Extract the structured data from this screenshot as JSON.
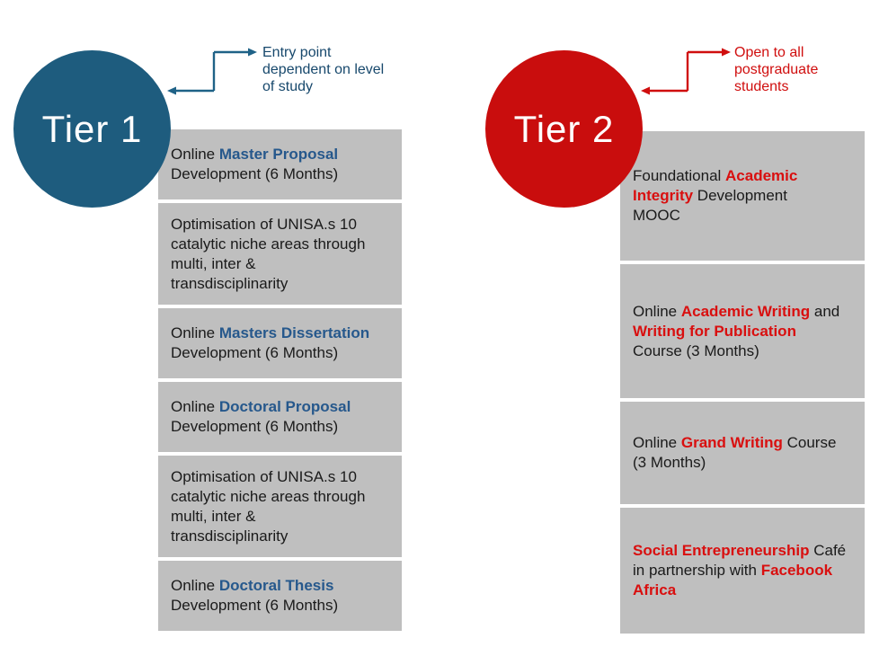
{
  "colors": {
    "page_bg": "#FFFFFF",
    "box_bg": "#BFBFBF",
    "box_text": "#1A1A1A",
    "tier1_circle": "#1E5C7E",
    "tier1_arrow": "#1F6287",
    "tier1_annotation": "#17486C",
    "tier1_highlight": "#26588C",
    "tier2_circle": "#C90D0D",
    "tier2_arrow": "#D00E0E",
    "tier2_annotation": "#D00E0E",
    "tier2_highlight": "#D90F0F"
  },
  "tiers": [
    {
      "id": "tier1",
      "label": "Tier 1",
      "annotation_lines": [
        "Entry point",
        "dependent on level",
        "of study"
      ],
      "boxes": [
        {
          "lines": [
            [
              {
                "t": "Online ",
                "b": false
              },
              {
                "t": "Master Proposal",
                "b": true
              }
            ],
            [
              {
                "t": "Development (6 Months)",
                "b": false
              }
            ]
          ]
        },
        {
          "lines": [
            [
              {
                "t": "Optimisation of UNISA.s 10",
                "b": false
              }
            ],
            [
              {
                "t": "catalytic niche areas through",
                "b": false
              }
            ],
            [
              {
                "t": "multi, inter &",
                "b": false
              }
            ],
            [
              {
                "t": "transdisciplinarity",
                "b": false
              }
            ]
          ]
        },
        {
          "lines": [
            [
              {
                "t": "Online ",
                "b": false
              },
              {
                "t": "Masters Dissertation",
                "b": true
              }
            ],
            [
              {
                "t": "Development (6 Months)",
                "b": false
              }
            ]
          ]
        },
        {
          "lines": [
            [
              {
                "t": "Online ",
                "b": false
              },
              {
                "t": "Doctoral Proposal",
                "b": true
              }
            ],
            [
              {
                "t": "Development (6 Months)",
                "b": false
              }
            ]
          ]
        },
        {
          "lines": [
            [
              {
                "t": "Optimisation of UNISA.s 10",
                "b": false
              }
            ],
            [
              {
                "t": "catalytic niche areas through",
                "b": false
              }
            ],
            [
              {
                "t": "multi, inter &",
                "b": false
              }
            ],
            [
              {
                "t": "transdisciplinarity",
                "b": false
              }
            ]
          ]
        },
        {
          "lines": [
            [
              {
                "t": "Online ",
                "b": false
              },
              {
                "t": "Doctoral Thesis",
                "b": true
              }
            ],
            [
              {
                "t": "Development (6 Months)",
                "b": false
              }
            ]
          ]
        }
      ]
    },
    {
      "id": "tier2",
      "label": "Tier 2",
      "annotation_lines": [
        "Open to all",
        "postgraduate",
        "students"
      ],
      "boxes": [
        {
          "lines": [
            [
              {
                "t": "Foundational ",
                "b": false
              },
              {
                "t": "Academic",
                "b": true
              }
            ],
            [
              {
                "t": "Integrity",
                "b": true
              },
              {
                "t": " Development",
                "b": false
              }
            ],
            [
              {
                "t": "MOOC",
                "b": false
              }
            ]
          ]
        },
        {
          "lines": [
            [
              {
                "t": "Online ",
                "b": false
              },
              {
                "t": "Academic Writing",
                "b": true
              },
              {
                "t": " and",
                "b": false
              }
            ],
            [
              {
                "t": "Writing for Publication",
                "b": true
              }
            ],
            [
              {
                "t": "Course (3 Months)",
                "b": false
              }
            ]
          ]
        },
        {
          "lines": [
            [
              {
                "t": "Online ",
                "b": false
              },
              {
                "t": "Grand Writing",
                "b": true
              },
              {
                "t": " Course",
                "b": false
              }
            ],
            [
              {
                "t": "(3 Months)",
                "b": false
              }
            ]
          ]
        },
        {
          "lines": [
            [
              {
                "t": "Social Entrepreneurship",
                "b": true
              },
              {
                "t": " Café",
                "b": false
              }
            ],
            [
              {
                "t": "in partnership with ",
                "b": false
              },
              {
                "t": "Facebook",
                "b": true
              }
            ],
            [
              {
                "t": "Africa",
                "b": true
              }
            ]
          ]
        }
      ]
    }
  ]
}
